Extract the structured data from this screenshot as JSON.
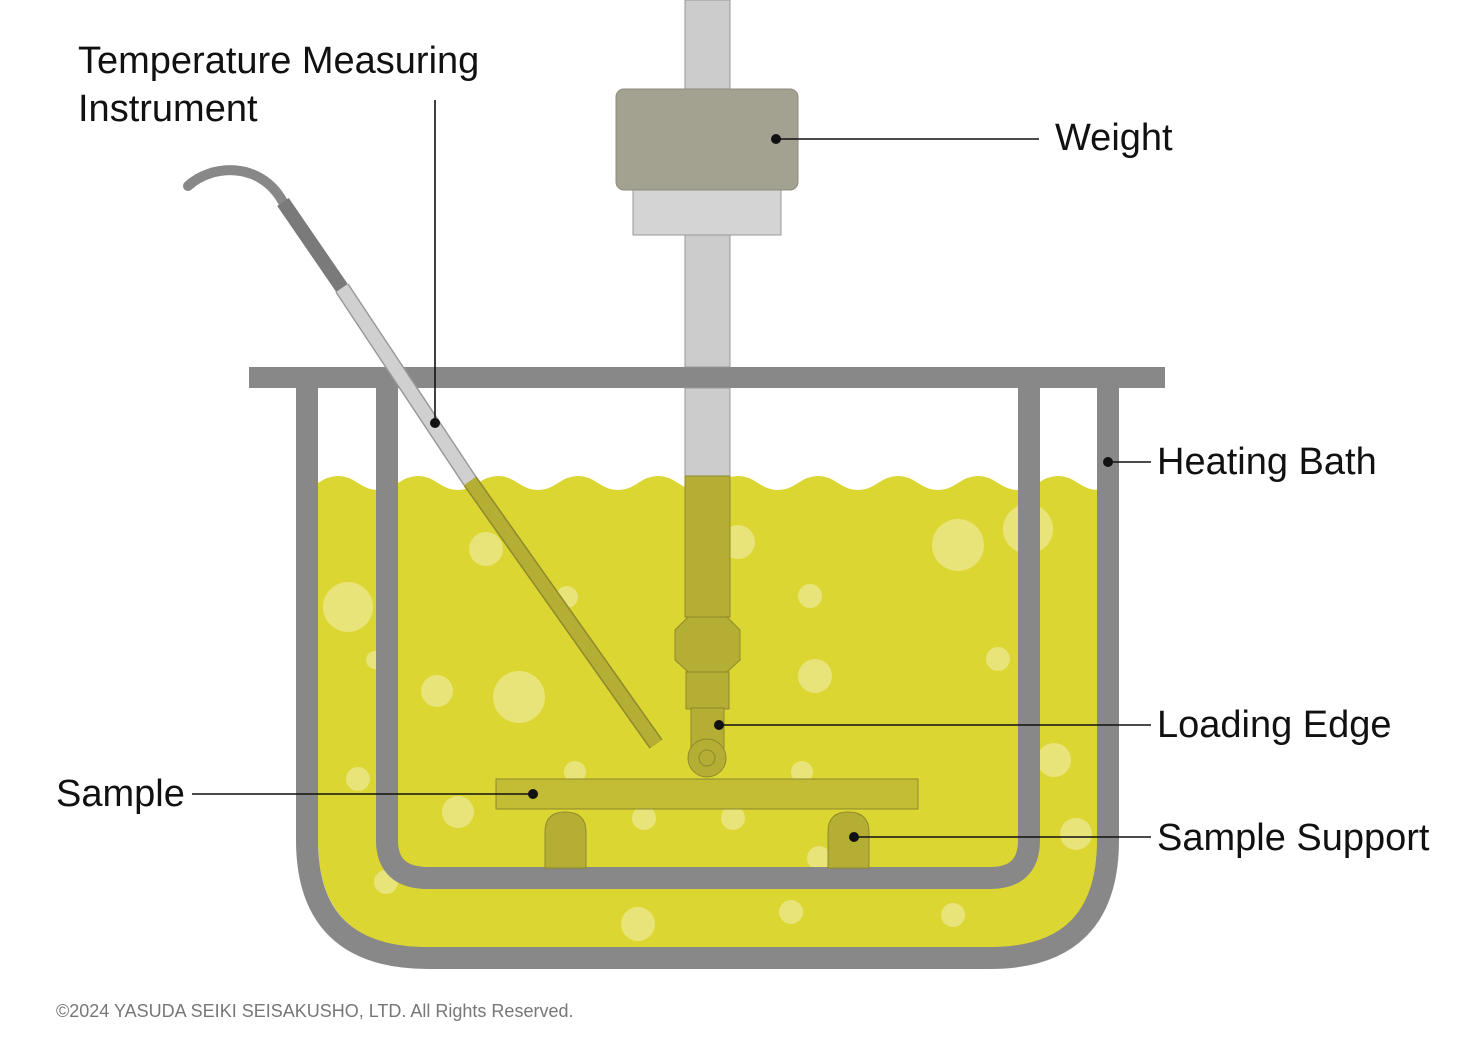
{
  "labels": {
    "temperature_line1": "Temperature Measuring",
    "temperature_line2": "Instrument",
    "weight": "Weight",
    "heating_bath": "Heating Bath",
    "loading_edge": "Loading Edge",
    "sample": "Sample",
    "sample_support": "Sample Support"
  },
  "copyright": "©2024 YASUDA SEIKI SEISAKUSHO, LTD. All Rights Reserved.",
  "colors": {
    "liquid": "#dcd632",
    "metal_dark": "#888888",
    "rod_light": "#cccccc",
    "weight_block": "#a3a190",
    "submerged_part": "#b5ae35"
  }
}
